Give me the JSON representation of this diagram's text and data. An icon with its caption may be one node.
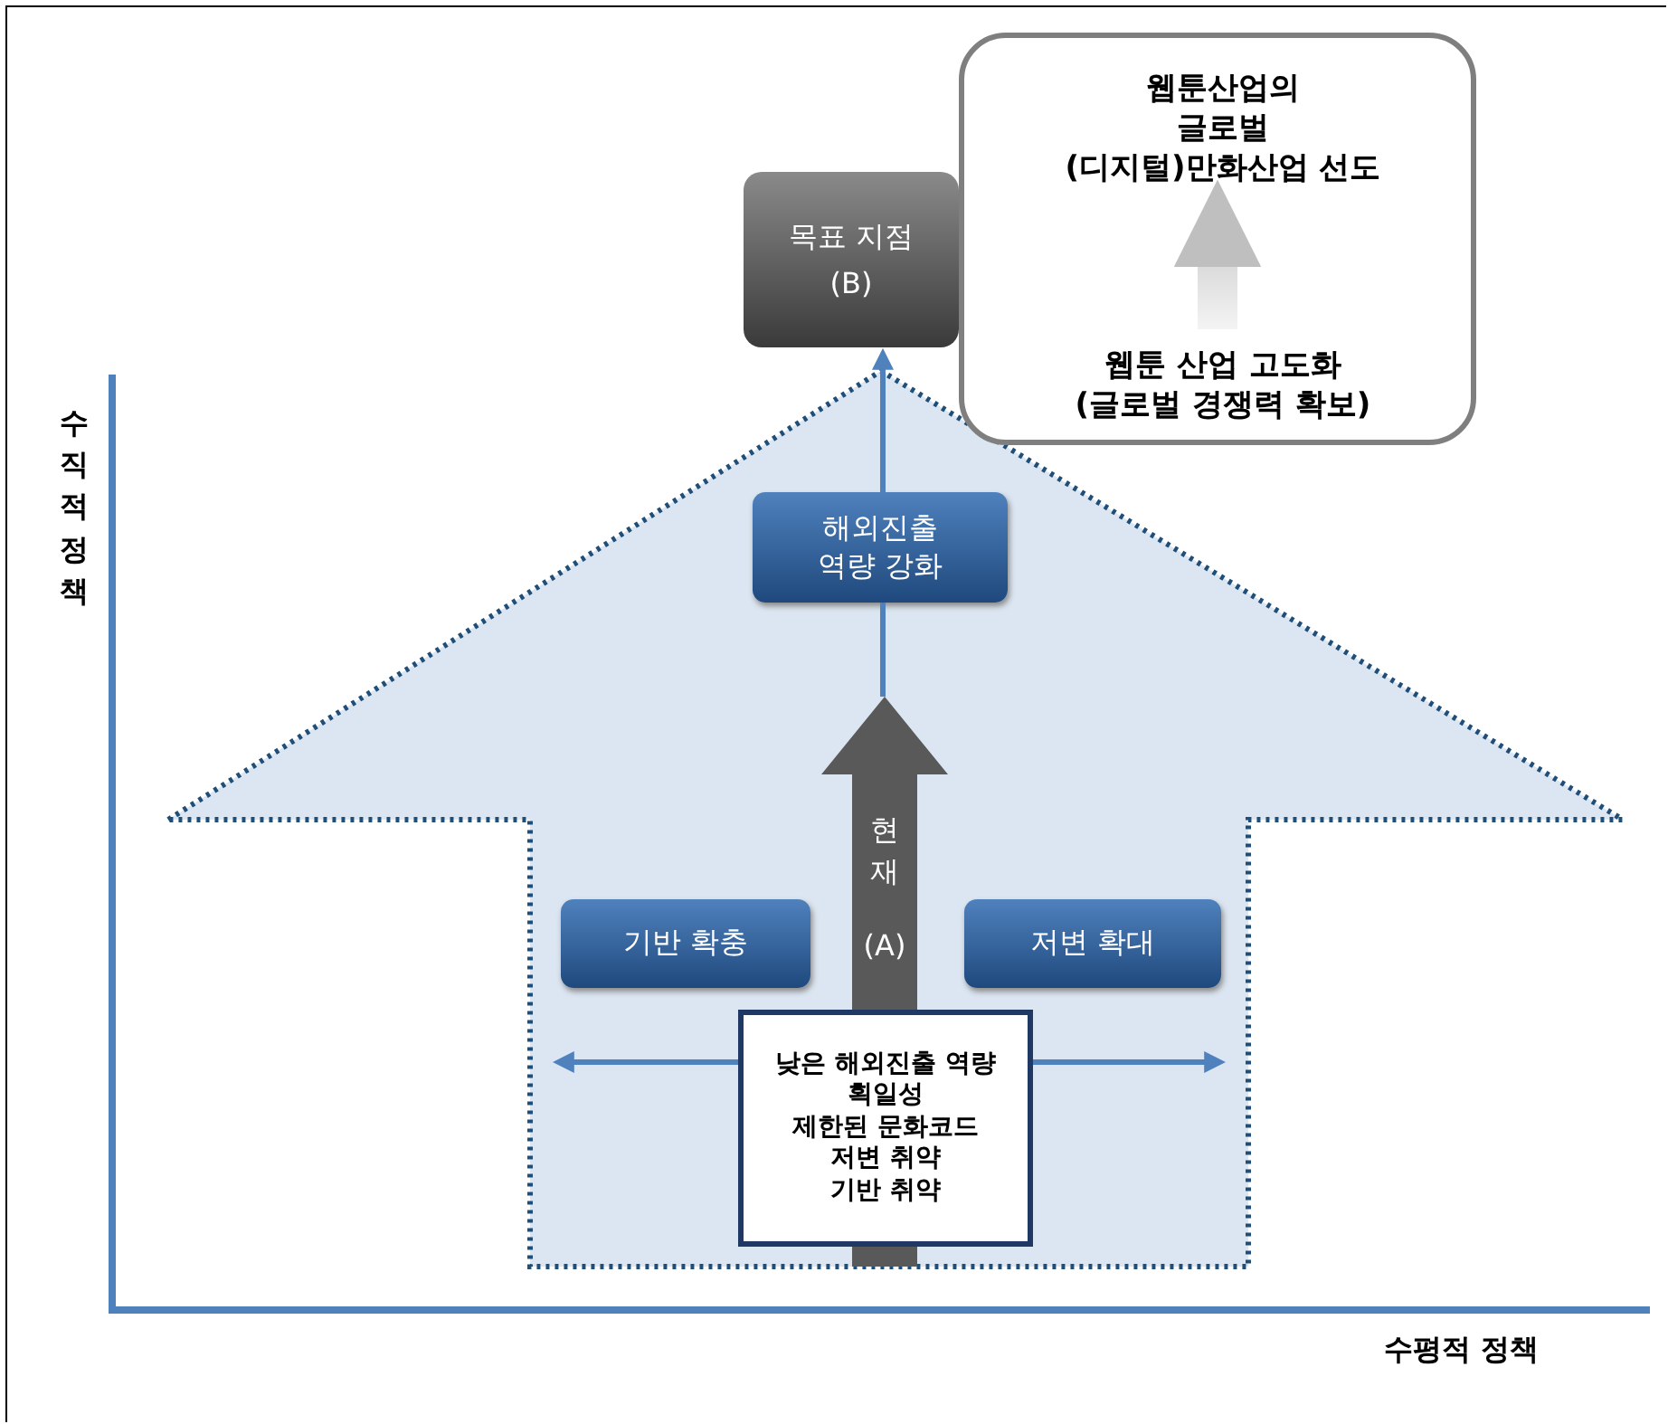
{
  "diagram": {
    "nodes": [
      {
        "text": [],
        "shape": "house"
      },
      {
        "text": [],
        "shape": "box"
      },
      {
        "text": [
          "웹툰산업의 글로벌 (디지털)만화산업 선도"
        ],
        "in": 1
      },
      {
        "text": [
          "웹툰 산업 고도화 (글로벌 경쟁력 확보)"
        ],
        "in": 1
      },
      {
        "text": [
          "목표 지점 (B)"
        ]
      },
      {
        "text": [
          "해외진출 역량 강화"
        ],
        "in": 0
      },
      {
        "text": [
          "기반 확충"
        ],
        "in": 0
      },
      {
        "text": [
          "저변 확대"
        ],
        "in": 0
      },
      {
        "text": [
          "현재",
          "(A)"
        ],
        "in": 0
      },
      {
        "text": [
          "낮은 해외진출 역량",
          "획일성",
          "제한된 문화코드",
          "저변 취약",
          "기반 취약"
        ],
        "in": 0
      }
    ],
    "edges": [
      {
        "from": 3,
        "to": 2,
        "arrow": "to",
        "style": "thick",
        "color": "#bfbfbf"
      },
      {
        "from": 8,
        "to": 5,
        "arrow": "none"
      },
      {
        "from": 5,
        "to": 4,
        "arrow": "to"
      },
      {
        "from": 9,
        "to": null,
        "arrow": "to"
      },
      {
        "from": 9,
        "to": null,
        "arrow": "to"
      }
    ],
    "labels": [
      "수직적 정책",
      "수평적 정책"
    ]
  }
}
